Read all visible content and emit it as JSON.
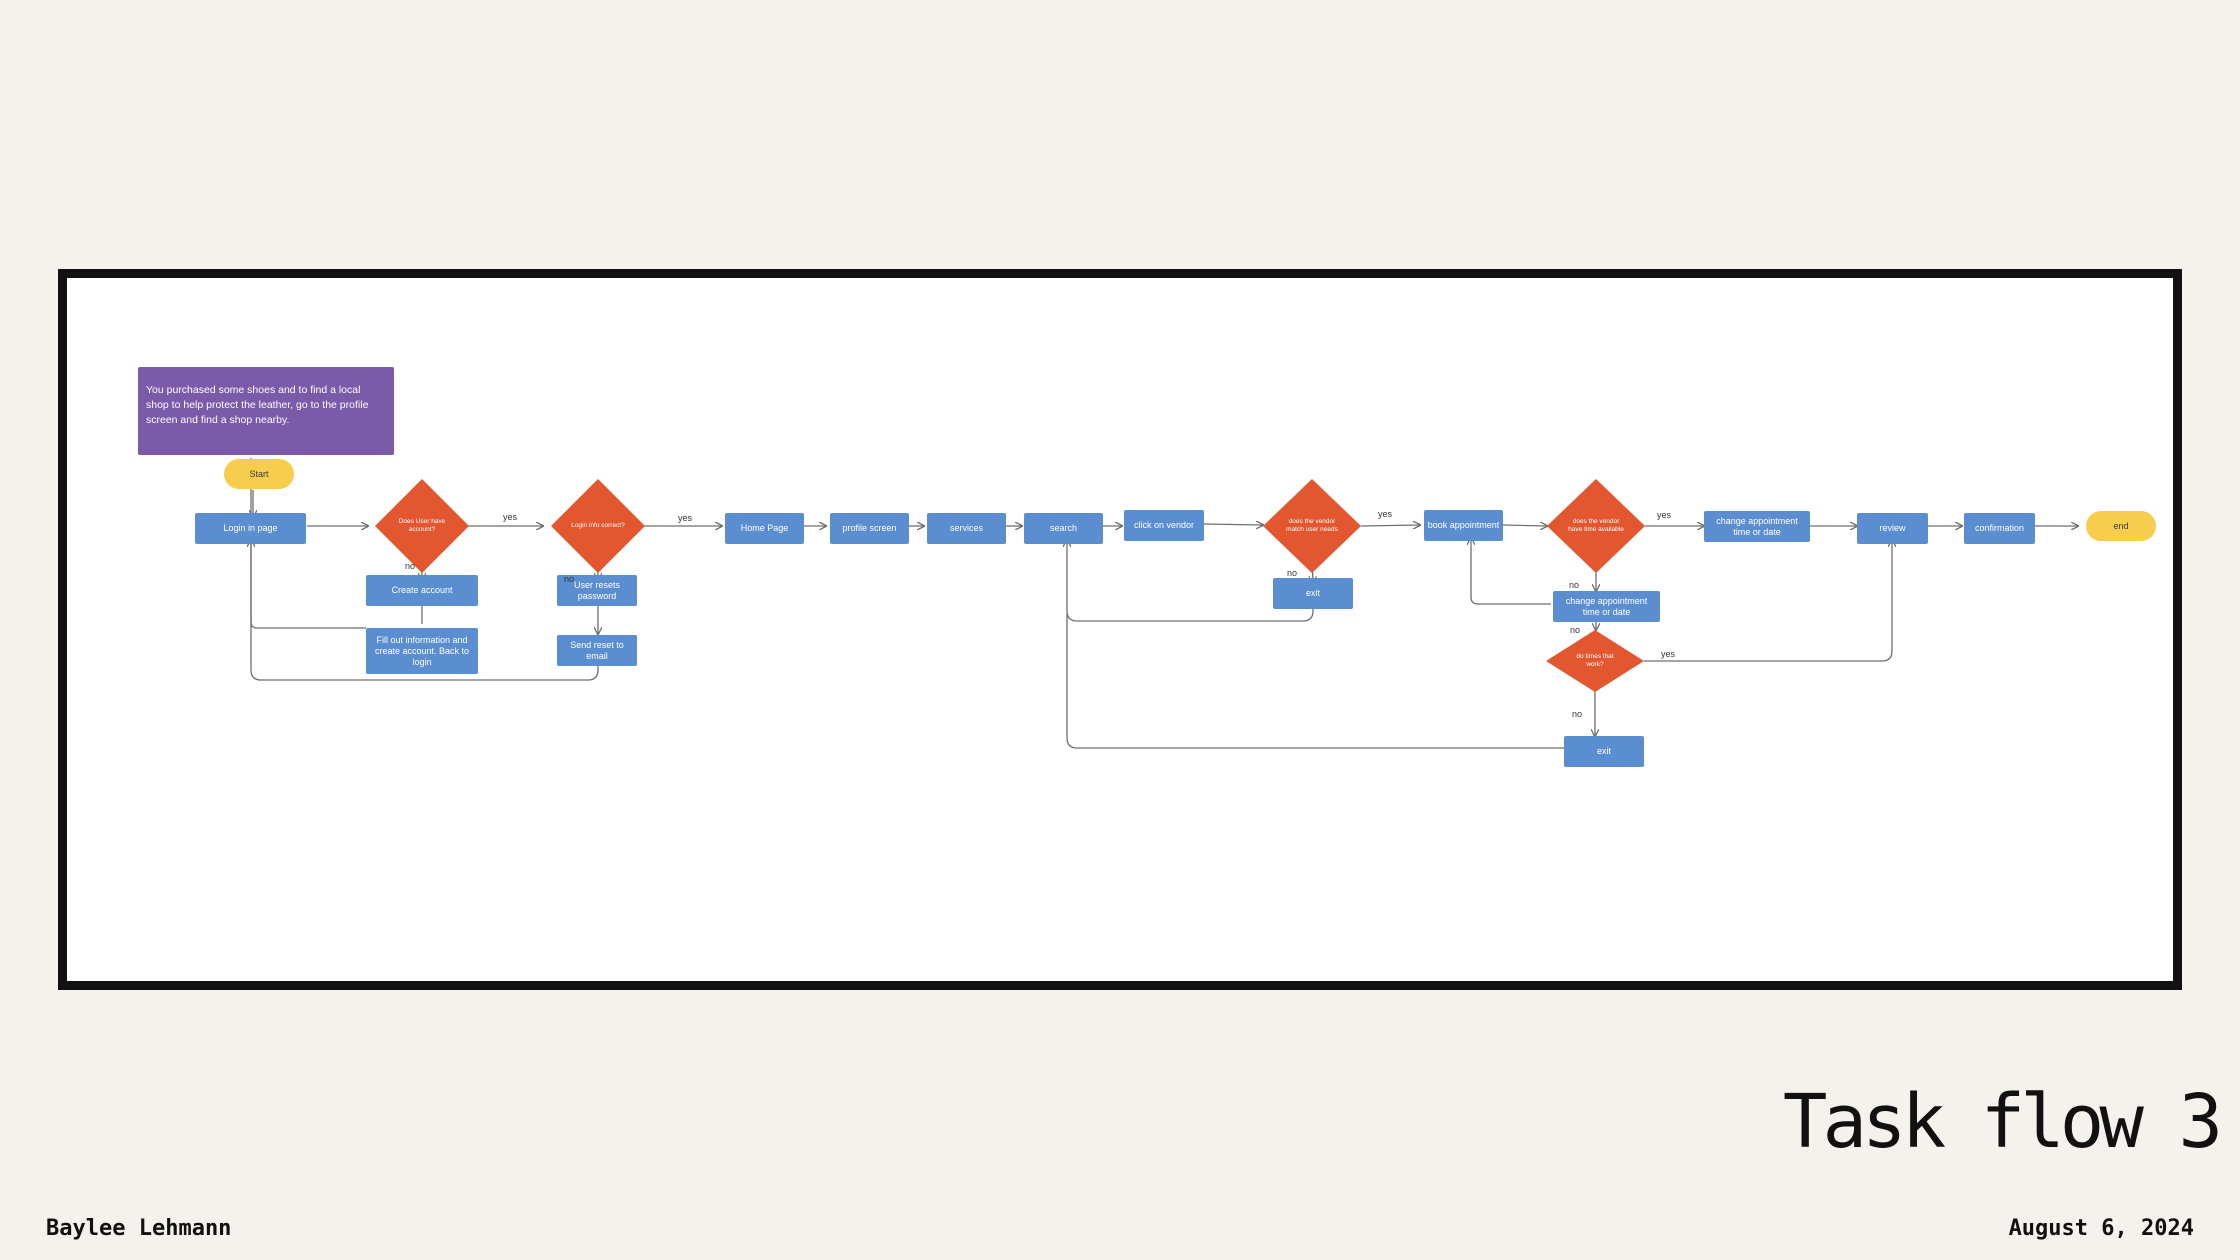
{
  "slide": {
    "title": "Task flow 3",
    "author": "Baylee Lehmann",
    "date": "August 6, 2024"
  },
  "diagram": {
    "scenario": "You purchased some shoes and to find a local shop to help protect the leather, go to the profile screen and find a shop nearby.",
    "nodes": {
      "start": "Start",
      "login_page": "Login in page",
      "has_account": "Does User have account?",
      "login_correct": "Login info correct?",
      "create_account": "Create account",
      "fill_info": "Fill out information and create account. Back to login",
      "reset_password": "User resets password",
      "send_reset": "Send reset to email",
      "home_page": "Home Page",
      "profile_screen": "profile screen",
      "services": "services",
      "search": "search",
      "click_vendor": "click on vendor",
      "vendor_match": "does the vendor match user needs",
      "exit1": "exit",
      "book_appointment": "book appointment",
      "vendor_time": "does the vendor have time available",
      "change_time_1": "change appointment time or date",
      "change_time_2": "change appointment time or date",
      "times_work": "do times that work?",
      "exit2": "exit",
      "review": "review",
      "confirmation": "confirmation",
      "end": "end"
    },
    "edge_labels": {
      "has_account_yes": "yes",
      "has_account_no": "no",
      "login_correct_yes": "yes",
      "login_correct_no": "no",
      "vendor_match_yes": "yes",
      "vendor_match_no": "no",
      "vendor_time_yes": "yes",
      "vendor_time_no": "no",
      "change_time_no": "no",
      "times_work_yes": "yes",
      "times_work_no": "no"
    },
    "colors": {
      "process": "#5b8ed0",
      "decision": "#e2572f",
      "terminal": "#f6cd4c",
      "scenario": "#7a5aa9",
      "connector": "#6e6e6e"
    }
  }
}
